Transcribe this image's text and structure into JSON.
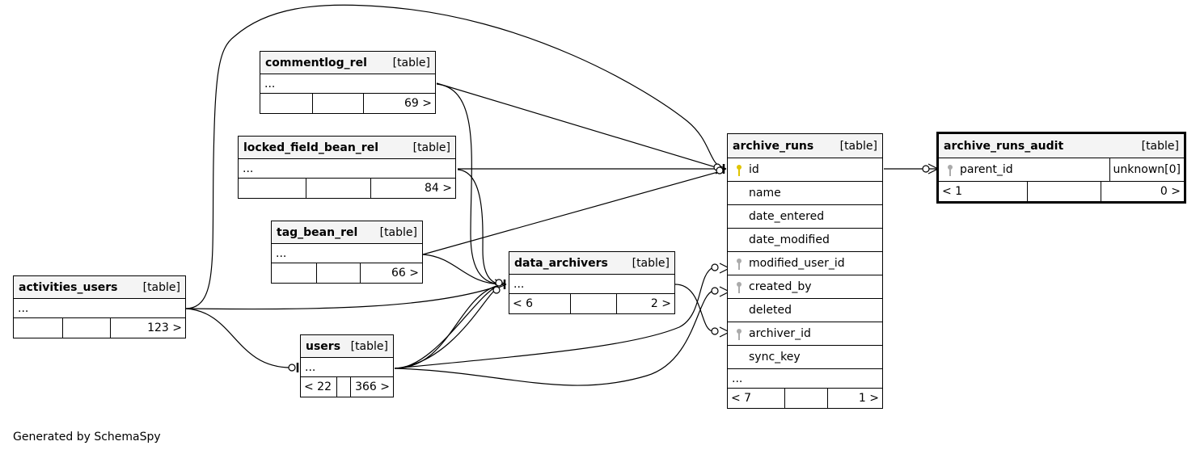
{
  "footer": "Generated by SchemaSpy",
  "tables": {
    "commentlog_rel": {
      "name": "commentlog_rel",
      "kind": "[table]",
      "ellipsis": "...",
      "left": "",
      "mid": "",
      "right": "69 >"
    },
    "locked_field_bean_rel": {
      "name": "locked_field_bean_rel",
      "kind": "[table]",
      "ellipsis": "...",
      "left": "",
      "mid": "",
      "right": "84 >"
    },
    "tag_bean_rel": {
      "name": "tag_bean_rel",
      "kind": "[table]",
      "ellipsis": "...",
      "left": "",
      "mid": "",
      "right": "66 >"
    },
    "activities_users": {
      "name": "activities_users",
      "kind": "[table]",
      "ellipsis": "...",
      "left": "",
      "mid": "",
      "right": "123 >"
    },
    "users": {
      "name": "users",
      "kind": "[table]",
      "ellipsis": "...",
      "left": "< 22",
      "mid": "",
      "right": "366 >"
    },
    "data_archivers": {
      "name": "data_archivers",
      "kind": "[table]",
      "ellipsis": "...",
      "left": "< 6",
      "mid": "",
      "right": "2 >"
    },
    "archive_runs": {
      "name": "archive_runs",
      "kind": "[table]",
      "ellipsis": "...",
      "left": "< 7",
      "mid": "",
      "right": "1 >",
      "columns": [
        {
          "name": "id",
          "key": "primary"
        },
        {
          "name": "name",
          "key": "none"
        },
        {
          "name": "date_entered",
          "key": "none"
        },
        {
          "name": "date_modified",
          "key": "none"
        },
        {
          "name": "modified_user_id",
          "key": "foreign"
        },
        {
          "name": "created_by",
          "key": "foreign"
        },
        {
          "name": "deleted",
          "key": "none"
        },
        {
          "name": "archiver_id",
          "key": "foreign"
        },
        {
          "name": "sync_key",
          "key": "none"
        }
      ]
    },
    "archive_runs_audit": {
      "name": "archive_runs_audit",
      "kind": "[table]",
      "left": "< 1",
      "mid": "",
      "right": "0 >",
      "column": {
        "name": "parent_id",
        "key": "foreign",
        "type": "unknown[0]"
      }
    }
  },
  "colors": {
    "primary_key": "#e0c400",
    "foreign_key": "#aaaaaa",
    "line": "#000000"
  }
}
